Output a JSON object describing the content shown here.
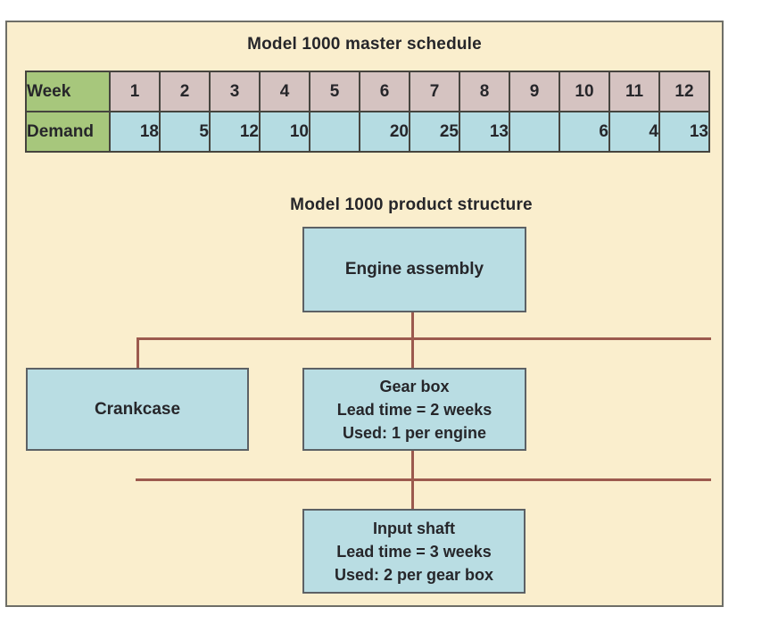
{
  "master_schedule": {
    "title": "Model 1000 master schedule",
    "row_labels": [
      "Week",
      "Demand"
    ],
    "weeks": [
      "1",
      "2",
      "3",
      "4",
      "5",
      "6",
      "7",
      "8",
      "9",
      "10",
      "11",
      "12"
    ],
    "demand": [
      "18",
      "5",
      "12",
      "10",
      "",
      "20",
      "25",
      "13",
      "",
      "6",
      "4",
      "13"
    ]
  },
  "product_structure": {
    "title": "Model 1000 product structure",
    "engine": {
      "label": "Engine assembly"
    },
    "crankcase": {
      "label": "Crankcase"
    },
    "gearbox": {
      "lines": [
        "Gear box",
        "Lead time = 2 weeks",
        "Used: 1 per engine"
      ]
    },
    "inputshaft": {
      "lines": [
        "Input shaft",
        "Lead time = 3 weeks",
        "Used: 2 per gear box"
      ]
    }
  },
  "colors": {
    "panel_background": "#faeecd",
    "panel_border": "#6e6e67",
    "row_label_green": "#a7c77c",
    "week_cell_mauve": "#d5c3c1",
    "demand_cell_blue": "#b5dce2",
    "node_fill_blue": "#b9dde3",
    "node_border": "#5c6165",
    "table_border": "#45443e",
    "connector_line": "#9c5a4e",
    "text": "#26262a"
  }
}
